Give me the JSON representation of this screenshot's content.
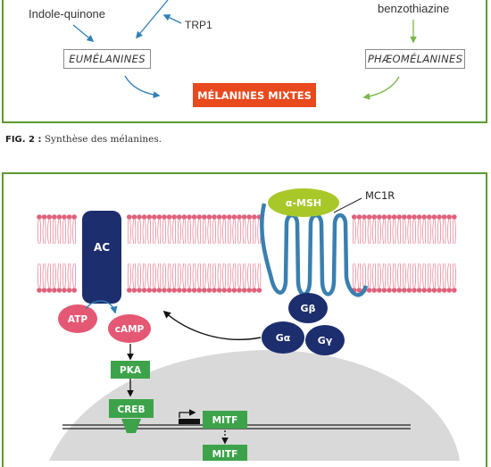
{
  "synthesis": {
    "indole_quinone": "Indole-quinone",
    "trp1": "TRP1",
    "benzothiazine": "benzothiazine",
    "eumelanines": "EUMÉLANINES",
    "pheomelanines": "PHÆOMÉLANINES",
    "melanines_mixtes": "MÉLANINES MIXTES"
  },
  "caption": {
    "fig_label": "FIG. 2 :",
    "text": "Synthèse des mélanines."
  },
  "signaling": {
    "ac": "AC",
    "alpha_msh": "α-MSH",
    "mc1r": "MC1R",
    "atp": "ATP",
    "camp": "cAMP",
    "g_beta": "Gβ",
    "g_alpha": "Gα",
    "g_gamma": "Gγ",
    "pka": "PKA",
    "creb": "CREB",
    "mitf_gene": "MITF",
    "mitf_protein": "MITF"
  },
  "colors": {
    "panel_border": "#5c9a2f",
    "arrow_blue": "#2f7fb8",
    "arrow_green": "#7ab648",
    "mixtes_orange": "#e8491d",
    "membrane_pink": "#e0607a",
    "ac_navy": "#1d2e6e",
    "alpha_msh_green": "#a8c82a",
    "mc1r_blue": "#3a7fb0",
    "atp_pink": "#e45873",
    "box_green": "#3da34a",
    "nucleus_gray": "#d9d9d9"
  }
}
